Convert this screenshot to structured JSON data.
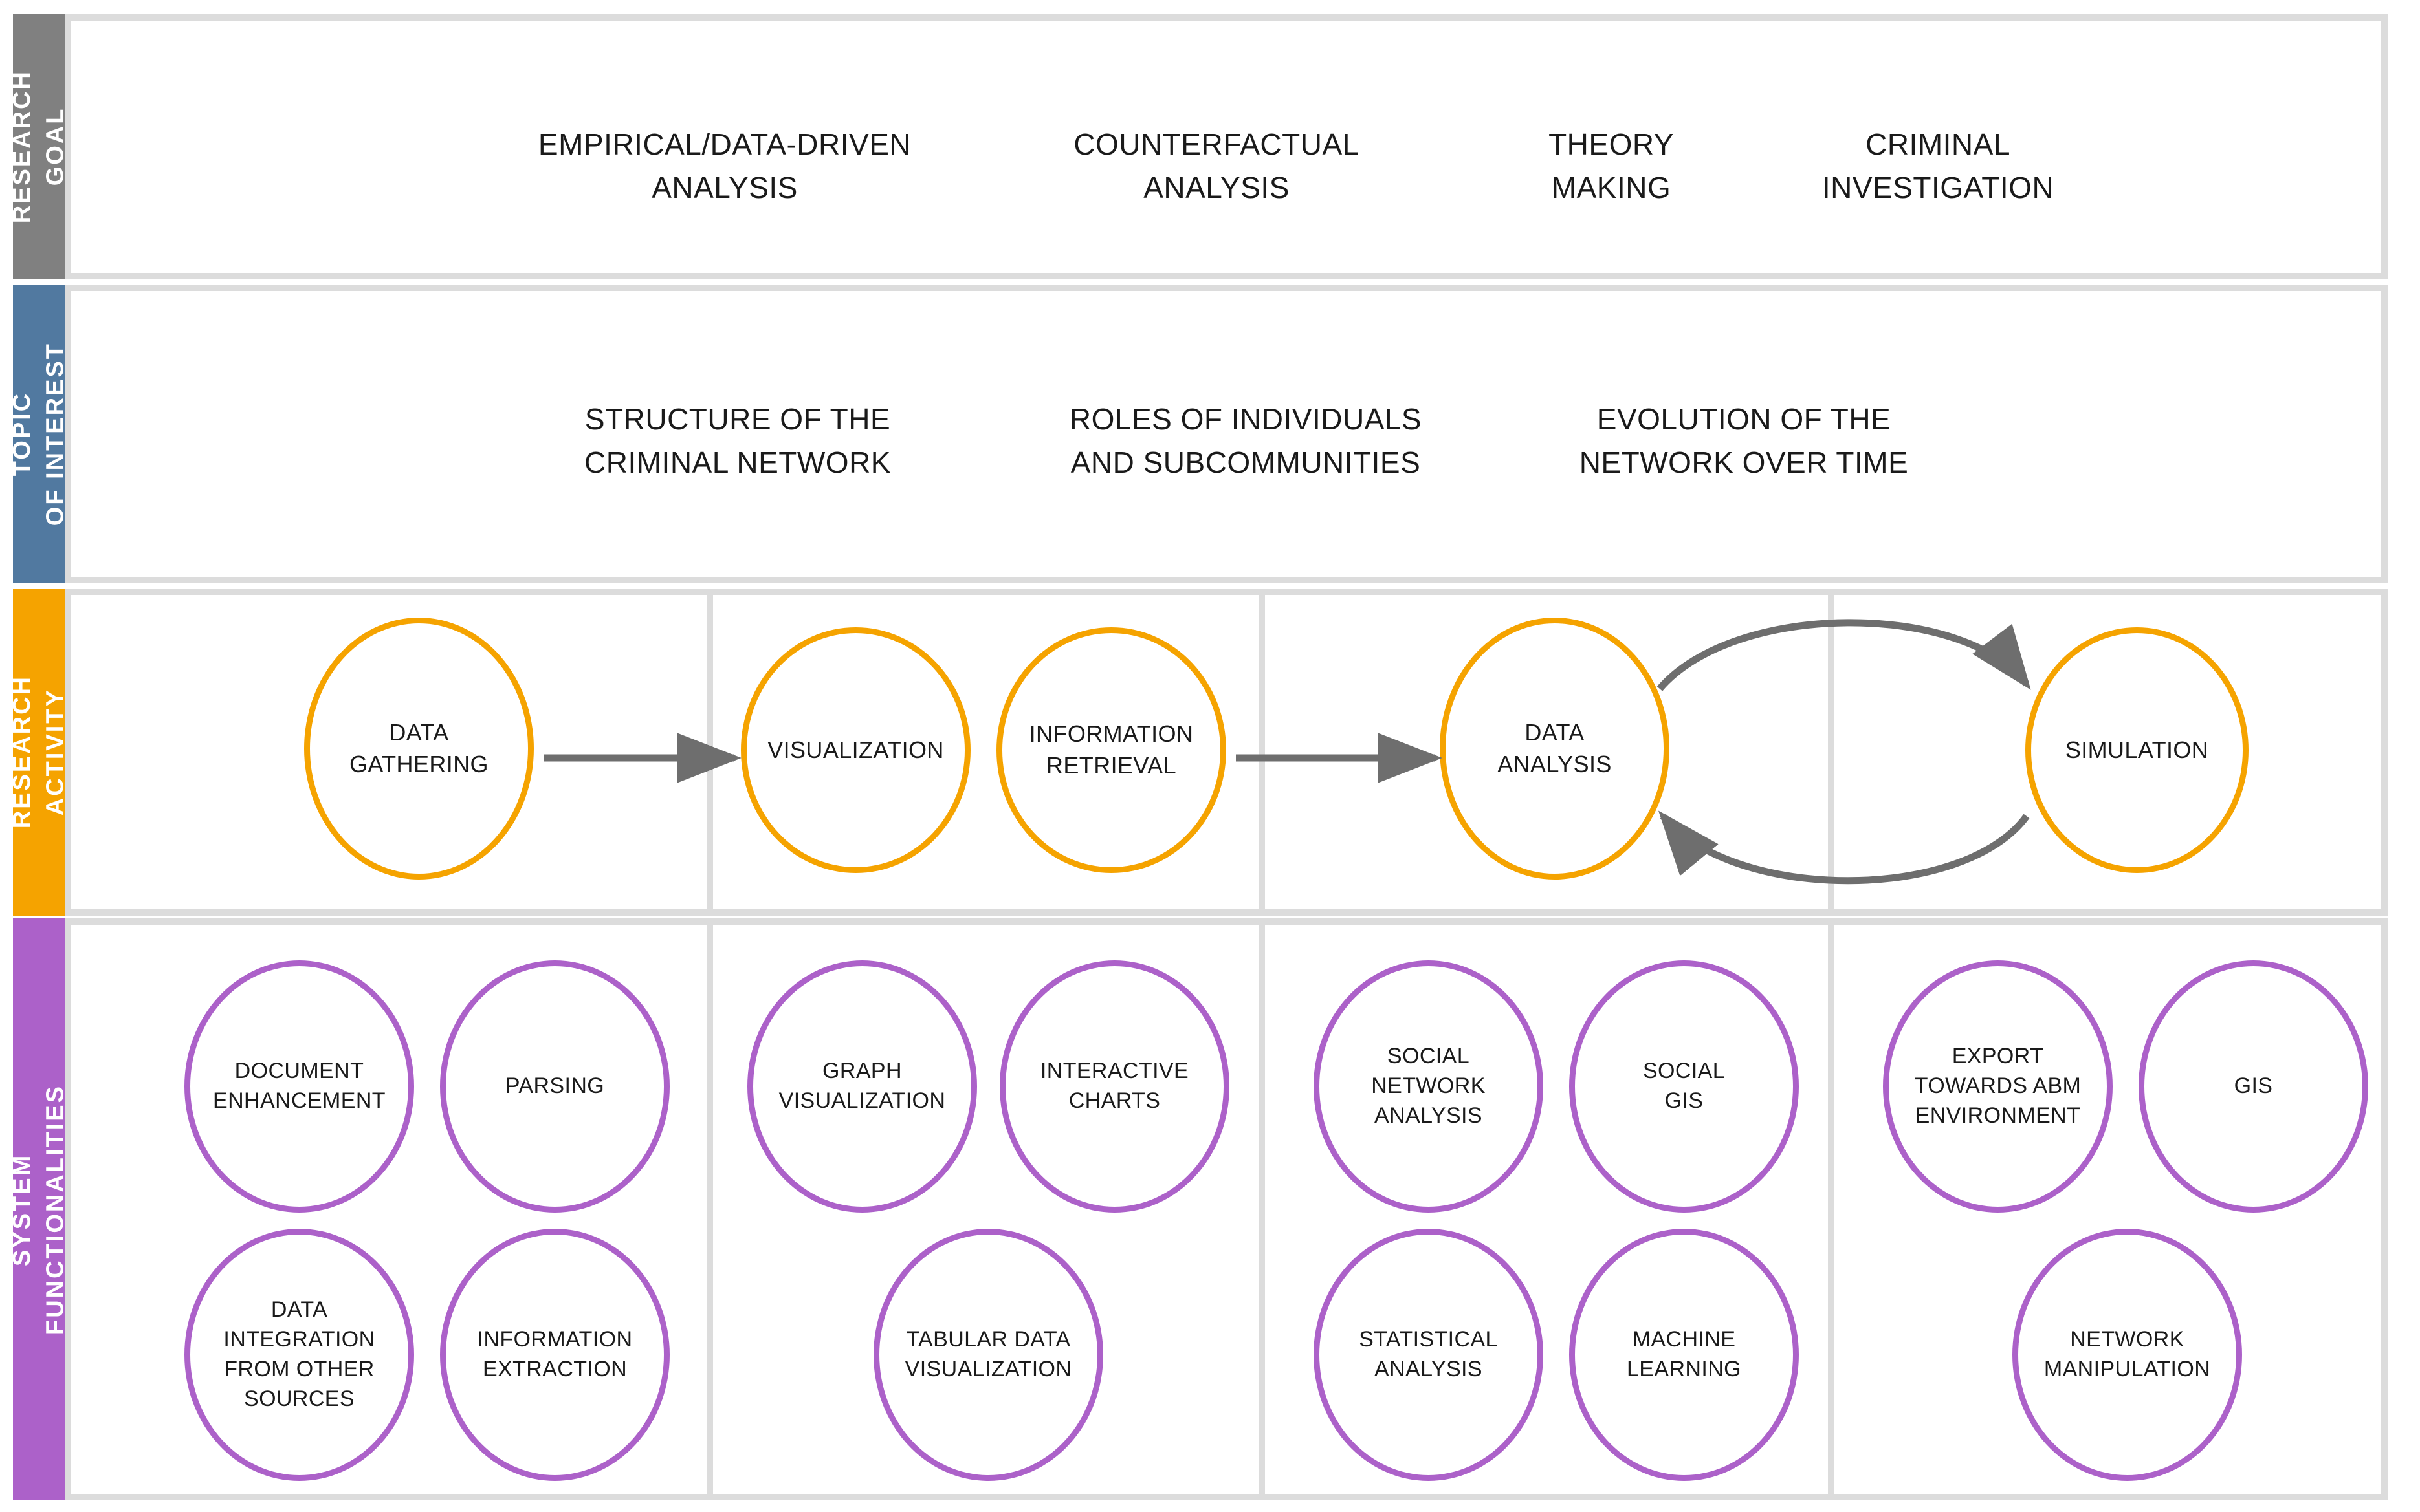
{
  "rows": [
    {
      "id": "research-goal",
      "label": "RESEARCH\nGOAL",
      "color": "#808080",
      "items": [
        "EMPIRICAL/DATA-DRIVEN\nANALYSIS",
        "COUNTERFACTUAL\nANALYSIS",
        "THEORY\nMAKING",
        "CRIMINAL\nINVESTIGATION"
      ]
    },
    {
      "id": "topic-of-interest",
      "label": "TOPIC\nOF INTEREST",
      "color": "#5179a0",
      "items": [
        "STRUCTURE OF THE\nCRIMINAL NETWORK",
        "ROLES OF INDIVIDUALS\nAND SUBCOMMUNITIES",
        "EVOLUTION OF THE\nNETWORK OVER TIME"
      ]
    },
    {
      "id": "research-activity",
      "label": "RESEARCH\nACTIVITY",
      "color": "#f5a300",
      "items": [
        "DATA\nGATHERING",
        "VISUALIZATION",
        "INFORMATION\nRETRIEVAL",
        "DATA\nANALYSIS",
        "SIMULATION"
      ]
    },
    {
      "id": "system-functionalities",
      "label": "SYSTEM\nFUNCTIONALITIES",
      "color": "#ac61c9",
      "items": [
        "DOCUMENT\nENHANCEMENT",
        "PARSING",
        "DATA\nINTEGRATION\nFROM OTHER\nSOURCES",
        "INFORMATION\nEXTRACTION",
        "GRAPH\nVISUALIZATION",
        "INTERACTIVE\nCHARTS",
        "TABULAR DATA\nVISUALIZATION",
        "SOCIAL\nNETWORK\nANALYSIS",
        "SOCIAL\nGIS",
        "STATISTICAL\nANALYSIS",
        "MACHINE\nLEARNING",
        "EXPORT\nTOWARDS ABM\nENVIRONMENT",
        "GIS",
        "NETWORK\nMANIPULATION"
      ]
    }
  ],
  "colors": {
    "grid": "#dcdcdc",
    "research_goal": "#808080",
    "topic_of_interest": "#5179a0",
    "research_activity": "#f5a300",
    "system_functionalities": "#ac61c9",
    "arrow": "#6e6e6e",
    "text": "#1a1a1a"
  },
  "connectors": [
    {
      "name": "data-gathering-to-visualization",
      "kind": "straight-arrow"
    },
    {
      "name": "information-retrieval-to-data-analysis",
      "kind": "straight-arrow"
    },
    {
      "name": "data-analysis-to-simulation",
      "kind": "curved-arrow"
    },
    {
      "name": "simulation-to-data-analysis",
      "kind": "curved-arrow"
    }
  ]
}
